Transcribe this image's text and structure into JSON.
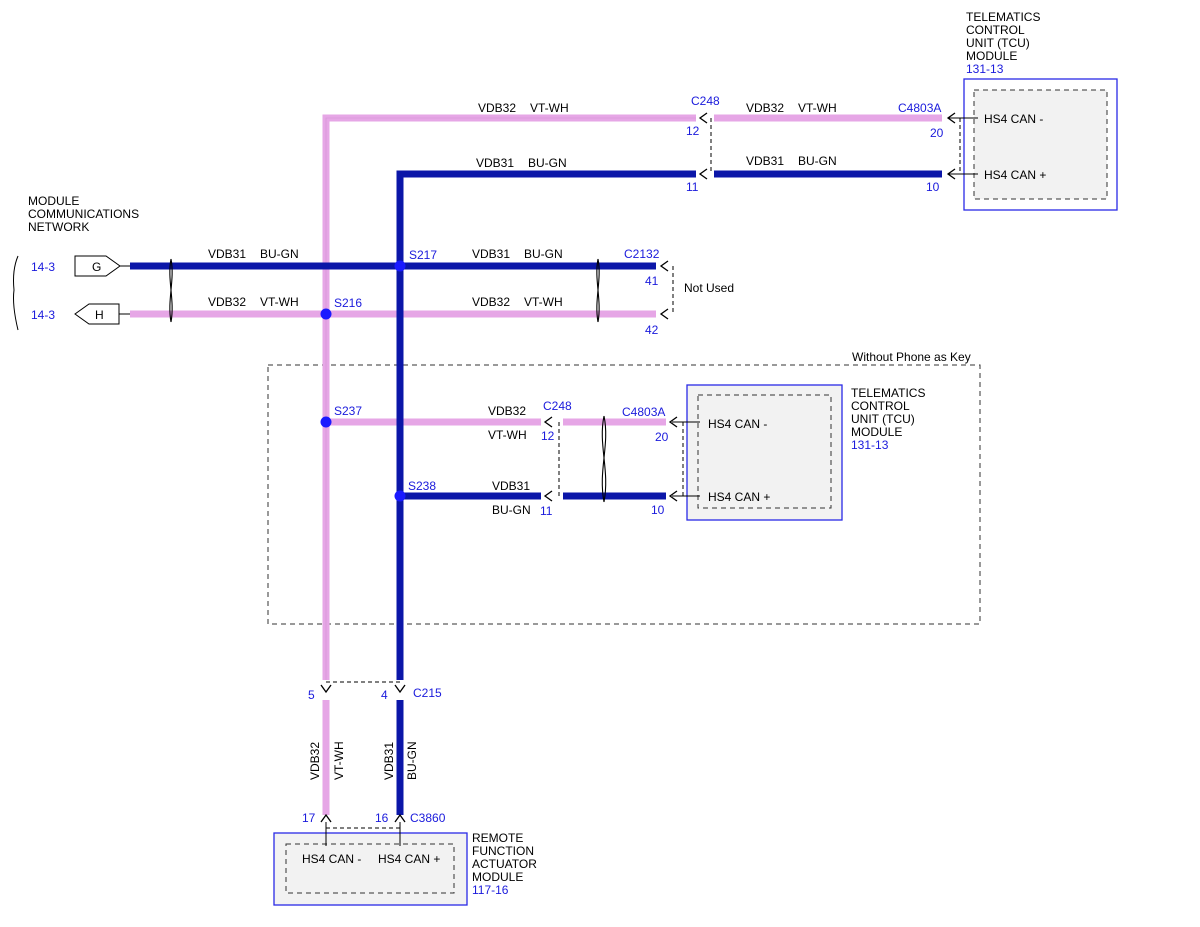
{
  "network": {
    "title_lines": [
      "MODULE",
      "COMMUNICATIONS",
      "NETWORK"
    ],
    "ref_g": "14-3",
    "ref_h": "14-3",
    "conn_g": "G",
    "conn_h": "H"
  },
  "tcu_top": {
    "title_lines": [
      "TELEMATICS",
      "CONTROL",
      "UNIT (TCU)",
      "MODULE"
    ],
    "ref": "131-13",
    "pin_minus": "HS4 CAN -",
    "pin_plus": "HS4 CAN +"
  },
  "tcu_mid": {
    "title_lines": [
      "TELEMATICS",
      "CONTROL",
      "UNIT (TCU)",
      "MODULE"
    ],
    "ref": "131-13",
    "pin_minus": "HS4 CAN -",
    "pin_plus": "HS4 CAN +"
  },
  "rfa": {
    "title_lines": [
      "REMOTE",
      "FUNCTION",
      "ACTUATOR",
      "MODULE"
    ],
    "ref": "117-16",
    "pin_minus": "HS4 CAN -",
    "pin_plus": "HS4 CAN +"
  },
  "wires": {
    "vdb32": "VDB32",
    "vdb31": "VDB31",
    "vt_wh": "VT-WH",
    "bu_gn": "BU-GN"
  },
  "splices": {
    "s216": "S216",
    "s217": "S217",
    "s237": "S237",
    "s238": "S238"
  },
  "connectors": {
    "c248": "C248",
    "c4803a": "C4803A",
    "c2132": "C2132",
    "c215": "C215",
    "c3860": "C3860"
  },
  "pins": {
    "p12": "12",
    "p11": "11",
    "p20": "20",
    "p10": "10",
    "p41": "41",
    "p42": "42",
    "p5": "5",
    "p4": "4",
    "p17": "17",
    "p16": "16"
  },
  "notes": {
    "not_used": "Not Used",
    "without_pak": "Without Phone as Key"
  },
  "colors": {
    "wire_vt_wh": "#e6a6e6",
    "wire_bu_gn": "#0b16a8",
    "label_blue": "#1a1adc",
    "module_border": "#2a2ae6",
    "module_fill": "#f2f2f2"
  }
}
